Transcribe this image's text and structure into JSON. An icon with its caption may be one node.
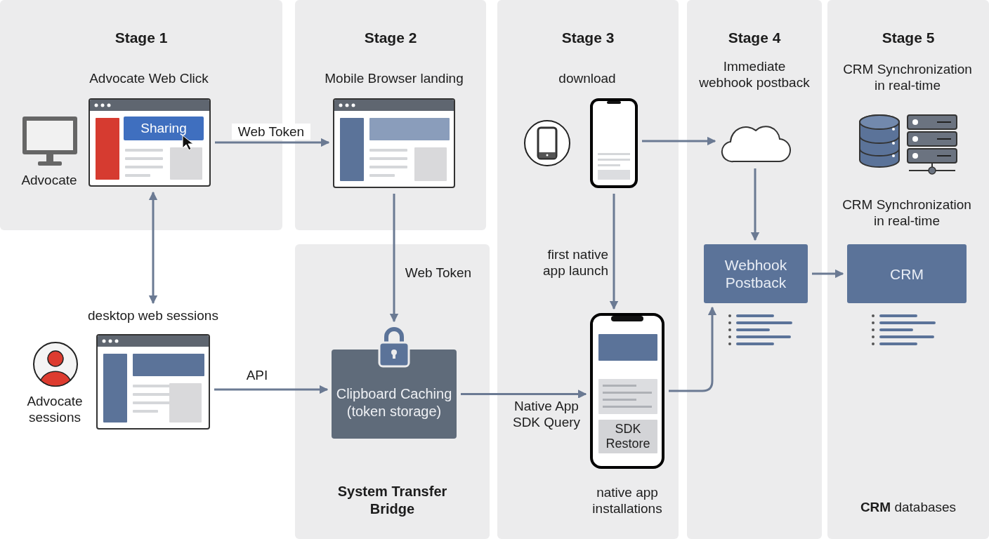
{
  "diagram": {
    "nodes": [
      {
        "text": [
          "Stage 1"
        ]
      },
      {
        "text": [
          "Advocate Web Click",
          "Sharing"
        ],
        "in": 0
      },
      {
        "text": [
          "Stage 2"
        ]
      },
      {
        "text": [
          "Mobile Browser landing"
        ],
        "in": 2
      },
      {
        "text": [
          "System Transfer Bridge"
        ]
      },
      {
        "text": [
          "Clipboard Caching (token storage)"
        ],
        "in": 4
      },
      {
        "text": [
          "Stage 3"
        ]
      },
      {
        "text": [
          "download"
        ],
        "in": 6
      },
      {
        "text": [
          "SDK Restore"
        ],
        "beside": [
          "native app installations"
        ],
        "in": 6
      },
      {
        "text": [
          "Stage 4"
        ]
      },
      {
        "text": [],
        "shape": "cloud",
        "in": 9
      },
      {
        "text": [
          "Webhook Postback"
        ],
        "in": 9
      },
      {
        "text": [
          "Stage 5",
          "**CRM** databases"
        ]
      },
      {
        "text": [
          "CRM Synchronization in real-time",
          "CRM"
        ],
        "in": 12
      },
      {
        "text": [
          "desktop web sessions"
        ]
      }
    ],
    "edges": [
      {
        "from": 1,
        "to": 3,
        "label": "Web Token",
        "arrow": "to"
      },
      {
        "from": 14,
        "to": 1,
        "arrow": "both"
      },
      {
        "from": 3,
        "to": 5,
        "label": "Web Token",
        "arrow": "to"
      },
      {
        "from": 14,
        "to": 5,
        "label": "API",
        "arrow": "to"
      },
      {
        "from": 5,
        "to": 8,
        "label": "Native App SDK Query",
        "arrow": "to"
      },
      {
        "from": 7,
        "to": 8,
        "label": "first native app launch",
        "arrow": "to"
      },
      {
        "from": 7,
        "to": 10,
        "arrow": "to"
      },
      {
        "from": 10,
        "to": 11,
        "arrow": "to"
      },
      {
        "from": 8,
        "to": 11,
        "arrow": "to"
      },
      {
        "from": 11,
        "to": 13,
        "arrow": "to"
      }
    ],
    "labels": [
      "Advocate",
      "Immediate webhook postback",
      "CRM Synchronization in real-time",
      "Advocate sessions"
    ]
  }
}
